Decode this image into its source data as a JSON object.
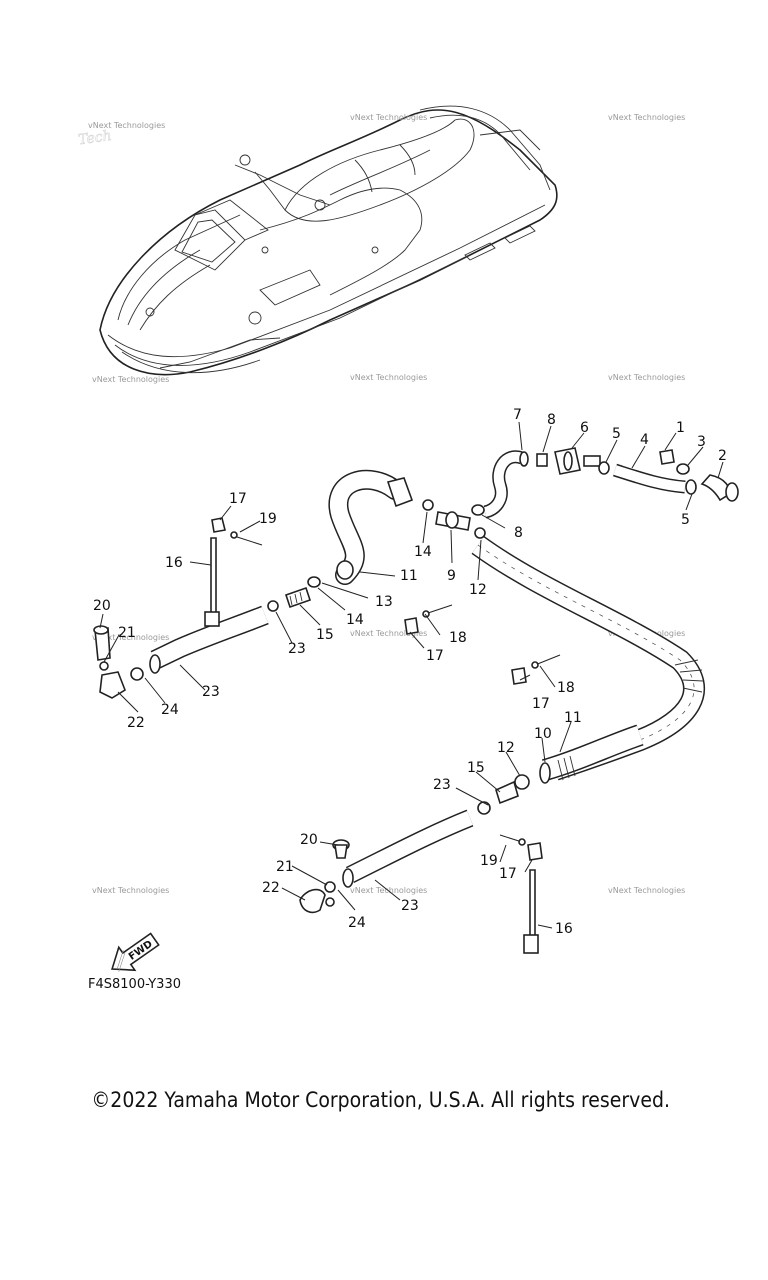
{
  "diagram_code": "F4S8100-Y330",
  "copyright": "©2022 Yamaha Motor Corporation, U.S.A. All rights reserved.",
  "watermark_text": "vNext Technologies",
  "fwd_label": "FWD",
  "callouts": [
    "1",
    "2",
    "3",
    "4",
    "5",
    "5",
    "6",
    "7",
    "8",
    "8",
    "9",
    "10",
    "11",
    "11",
    "12",
    "12",
    "13",
    "14",
    "14",
    "15",
    "15",
    "16",
    "16",
    "17",
    "17",
    "17",
    "17",
    "18",
    "18",
    "19",
    "19",
    "20",
    "20",
    "21",
    "21",
    "22",
    "22",
    "23",
    "23",
    "23",
    "23",
    "24",
    "24"
  ]
}
